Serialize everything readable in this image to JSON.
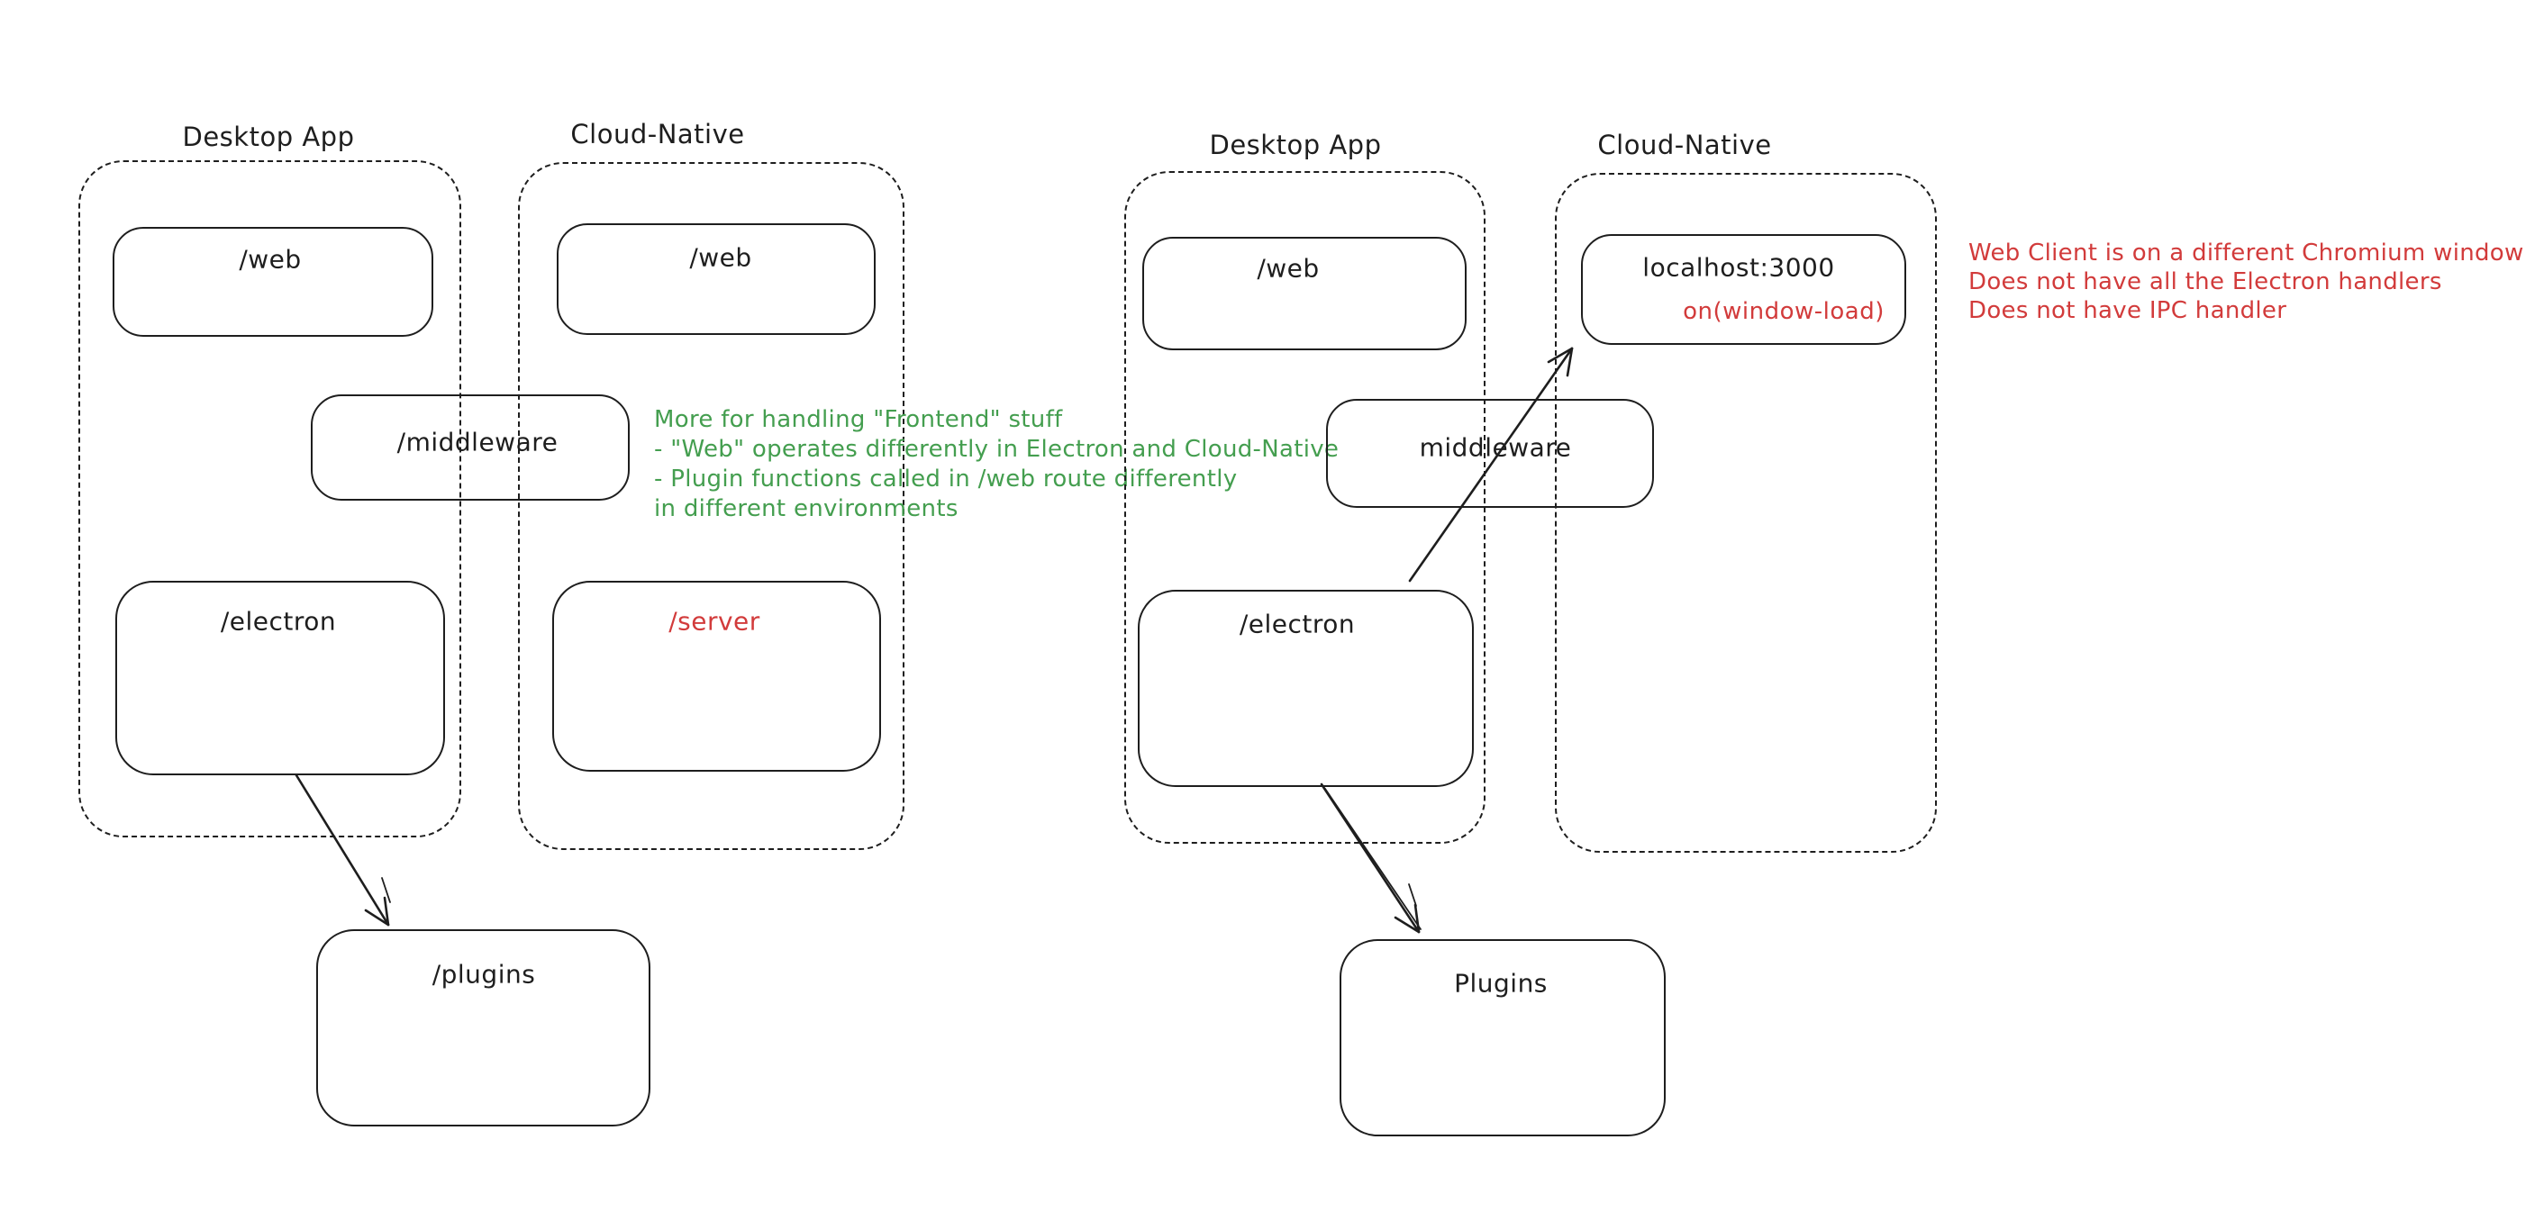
{
  "colors": {
    "stroke": "#1e1e1e",
    "green": "#449e4f",
    "red": "#d23b3b",
    "background": "#ffffff"
  },
  "left": {
    "desktop": {
      "title": "Desktop App"
    },
    "cloud": {
      "title": "Cloud-Native"
    },
    "web_desktop": "/web",
    "web_cloud": "/web",
    "middleware": "/middleware",
    "electron": "/electron",
    "server": "/server",
    "plugins": "/plugins",
    "note_lines": [
      "More for handling \"Frontend\" stuff",
      "- \"Web\" operates differently in Electron and Cloud-Native",
      "- Plugin functions called in /web route differently",
      "in different environments"
    ]
  },
  "right": {
    "desktop": {
      "title": "Desktop App"
    },
    "cloud": {
      "title": "Cloud-Native"
    },
    "web": "/web",
    "localhost": "localhost:3000",
    "window_load": "on(window-load)",
    "middleware": "middleware",
    "electron": "/electron",
    "plugins": "Plugins",
    "note_lines": [
      "Web Client is on a different Chromium window",
      "Does not have all the Electron handlers",
      "Does not have IPC handler"
    ]
  }
}
